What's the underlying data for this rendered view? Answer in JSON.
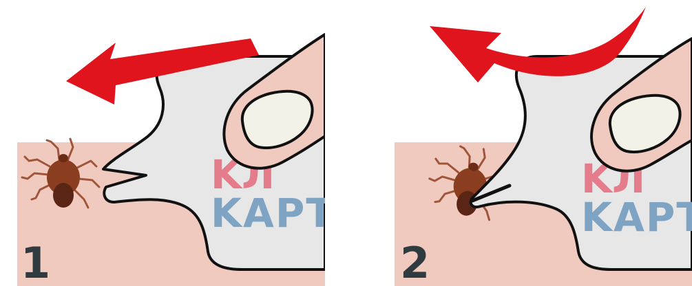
{
  "panels": [
    {
      "step_number": "1",
      "card_brand_top": "KЛ",
      "card_brand_bottom": "KAPT",
      "arrow_type": "straight"
    },
    {
      "step_number": "2",
      "card_brand_top": "KЛ",
      "card_brand_bottom": "KAPT",
      "arrow_type": "curved"
    }
  ],
  "colors": {
    "skin": "#f0cabe",
    "card": "#e7e7e8",
    "arrow": "#e0141c",
    "tick_body": "#8b3d1f",
    "tick_legs": "#a0553a",
    "nail": "#f3f2e8",
    "outline": "#111111"
  }
}
